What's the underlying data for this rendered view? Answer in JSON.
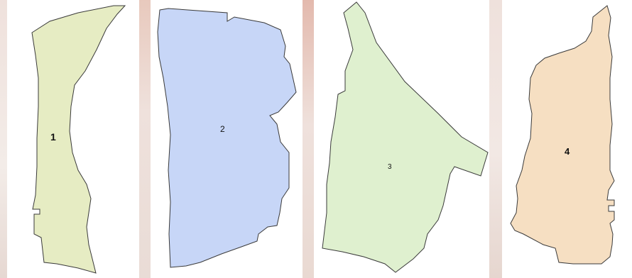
{
  "parcels": [
    {
      "label": "1",
      "fill": "#e6ecc3"
    },
    {
      "label": "2",
      "fill": "#c7d6f7"
    },
    {
      "label": "3",
      "fill": "#dff0cf"
    },
    {
      "label": "4",
      "fill": "#f6dfc2"
    }
  ],
  "colors": {
    "outline": "#3a3a3a",
    "background_strip": "#efe1dc",
    "background_strip_accent": "#e8c9bd"
  }
}
